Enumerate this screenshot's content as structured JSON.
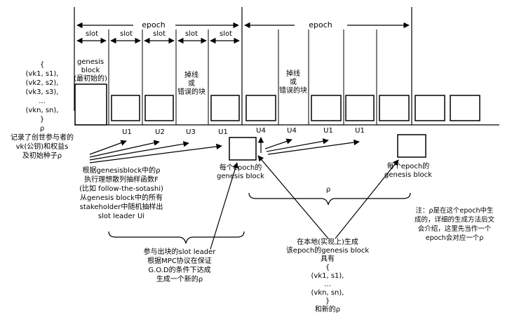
{
  "top": {
    "epoch_left": "epoch",
    "epoch_right": "epoch",
    "slots": [
      "slot",
      "slot",
      "slot",
      "slot",
      "slot"
    ]
  },
  "genesis_block": [
    "genesis",
    "block",
    "(最初始的)"
  ],
  "dropped_block_1": [
    "掉线",
    "或",
    "错误的块"
  ],
  "dropped_block_2": [
    "掉线",
    "或",
    "错误的块"
  ],
  "left_set": [
    "{",
    "(vk1, s1),",
    "(vk2, s2),",
    "(vk3, s3),",
    "...",
    "(vkn, sn),",
    "}",
    "ρ"
  ],
  "left_note": [
    "记录了创世参与者的",
    "vk(公钥)和权益s",
    "及初始种子ρ"
  ],
  "leaders": [
    "U1",
    "U2",
    "U3",
    "U1",
    "U4",
    "U4",
    "U1",
    "U1"
  ],
  "selection_note": [
    "根据genesisblock中的ρ",
    "执行理想散列抽样函数F",
    "(比如 follow-the-sotashi)",
    "从genesis block中的所有",
    "stakeholder中随机抽样出",
    "slot leader Ui"
  ],
  "epoch_genesis_1": [
    "每个epoch的",
    "genesis block"
  ],
  "epoch_genesis_2": [
    "每个epoch的",
    "genesis block"
  ],
  "rho_label": "ρ",
  "mpc_note": [
    "参与出块的slot leader",
    "根据MPC协议在保证",
    "G.O.D的条件下达成",
    "生成一个新的ρ"
  ],
  "local_note": [
    "在本地(实现上)生成",
    "该epoch的genesis block",
    "具有",
    "{",
    "(vk1, s1),",
    "...",
    "(vkn, sn),",
    "}",
    "和新的ρ"
  ],
  "side_note": [
    "注：ρ是在这个epoch中生",
    "成的，详细的生成方法后文",
    "会介绍，这里先当作一个",
    "epoch会对应一个ρ"
  ]
}
